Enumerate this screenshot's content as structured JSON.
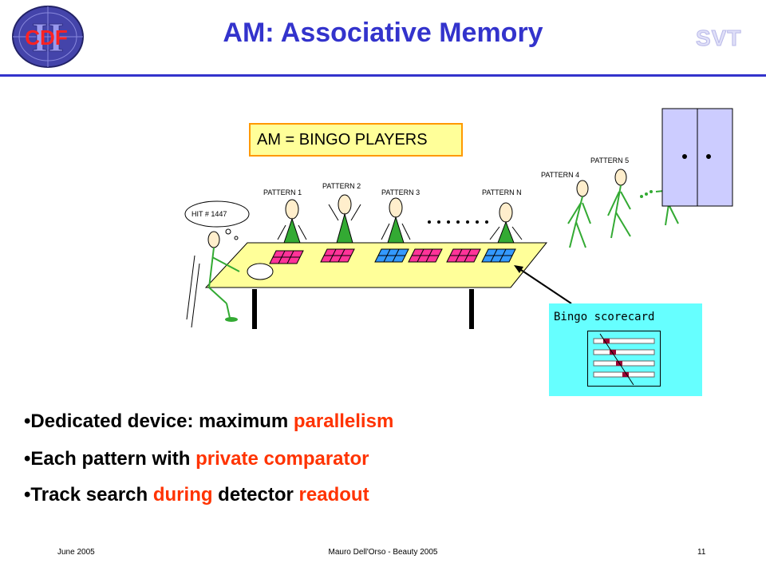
{
  "header": {
    "title": "AM: Associative Memory",
    "logo_text": "CDF",
    "logo_numeral": "II",
    "corner_text": "SVT"
  },
  "diagram": {
    "box_label": "AM  =  BINGO PLAYERS",
    "hit_label": "HIT  # 1447",
    "patterns": [
      "PATTERN 1",
      "PATTERN 2",
      "PATTERN 3",
      "PATTERN  N",
      "PATTERN 4",
      "PATTERN 5"
    ],
    "scorecard_label": "Bingo scorecard"
  },
  "bullets": [
    {
      "bullet": "•",
      "parts": [
        "Dedicated device: maximum ",
        "parallelism"
      ]
    },
    {
      "bullet": "•",
      "parts": [
        "Each pattern with ",
        "private comparator"
      ]
    },
    {
      "bullet": "•",
      "parts": [
        "Track search ",
        "during",
        " detector ",
        "readout"
      ]
    }
  ],
  "footer": {
    "date": "June 2005",
    "author": "Mauro Dell'Orso - Beauty 2005",
    "page": "11"
  },
  "colors": {
    "title": "#3333cc",
    "highlight": "#ff3300",
    "table": "#ffff99",
    "scorecard_bg": "#66ffff",
    "door": "#ccccff"
  }
}
